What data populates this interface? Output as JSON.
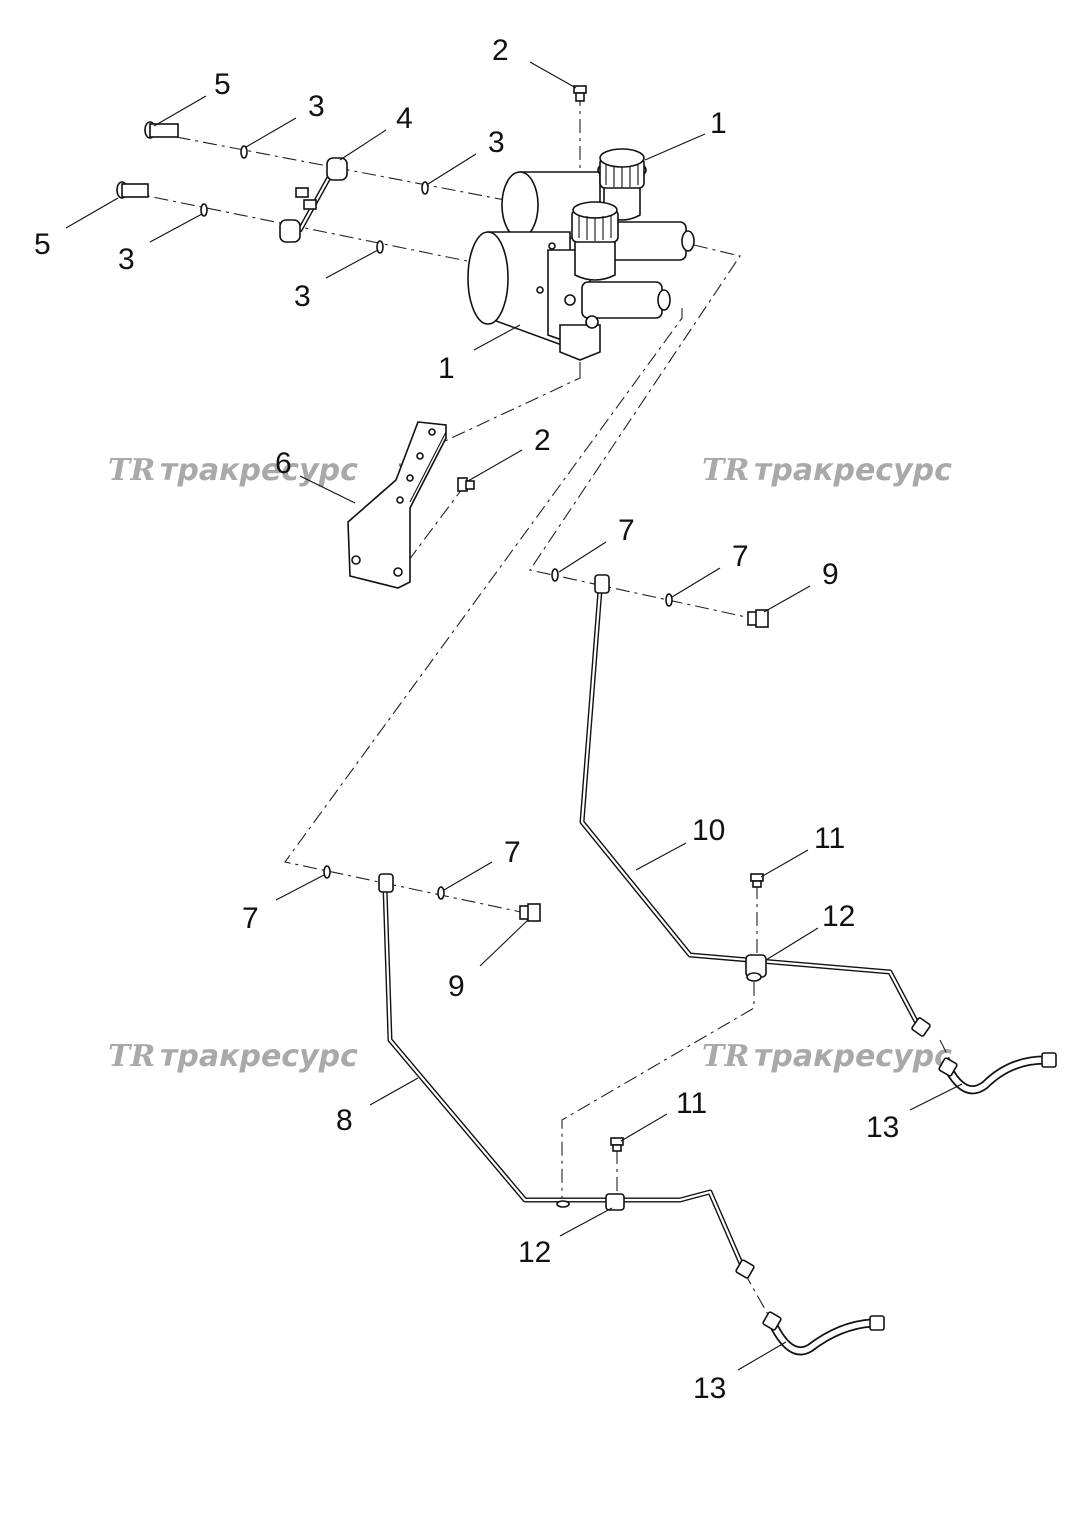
{
  "callouts": {
    "c1a": "1",
    "c1b": "1",
    "c2a": "2",
    "c2b": "2",
    "c3a": "3",
    "c3b": "3",
    "c3c": "3",
    "c3d": "3",
    "c4": "4",
    "c5a": "5",
    "c5b": "5",
    "c6": "6",
    "c7a": "7",
    "c7b": "7",
    "c7c": "7",
    "c7d": "7",
    "c8": "8",
    "c9a": "9",
    "c9b": "9",
    "c10": "10",
    "c11a": "11",
    "c11b": "11",
    "c12a": "12",
    "c12b": "12",
    "c13a": "13",
    "c13b": "13"
  },
  "watermark": {
    "logo": "TR",
    "text": "тракресурс"
  },
  "colors": {
    "line": "#111111",
    "watermark": "#a9a9a9",
    "background": "#ffffff"
  }
}
